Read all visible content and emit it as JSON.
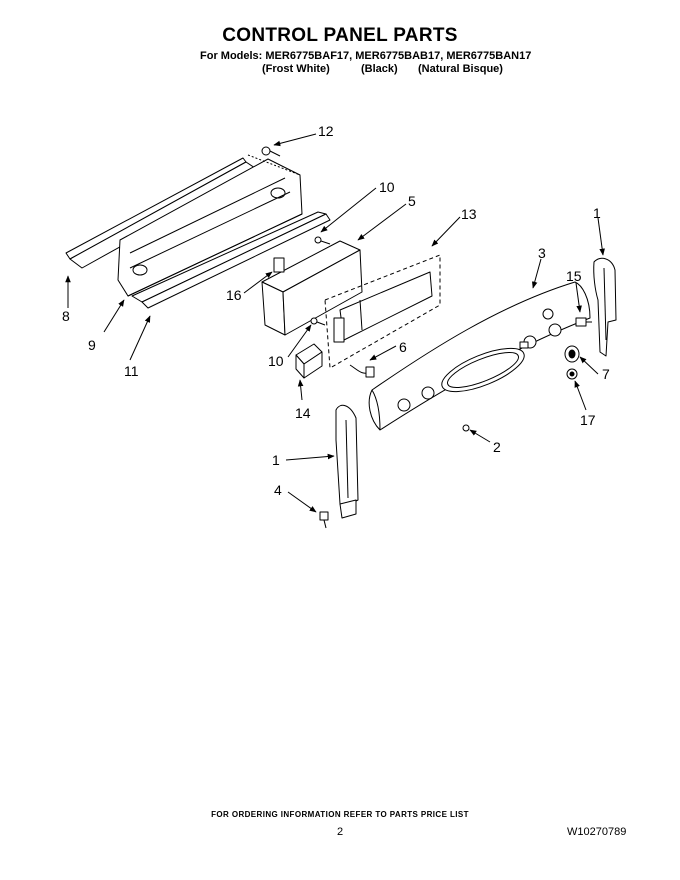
{
  "header": {
    "title": "CONTROL PANEL PARTS",
    "models_line": "For Models: MER6775BAF17, MER6775BAB17, MER6775BAN17",
    "color_variants": [
      "(Frost White)",
      "(Black)",
      "(Natural Bisque)"
    ]
  },
  "callouts": {
    "c1a": "1",
    "c1b": "1",
    "c2": "2",
    "c3": "3",
    "c4": "4",
    "c5": "5",
    "c6": "6",
    "c7": "7",
    "c8": "8",
    "c9": "9",
    "c10a": "10",
    "c10b": "10",
    "c11": "11",
    "c12": "12",
    "c13": "13",
    "c14": "14",
    "c15": "15",
    "c16": "16",
    "c17": "17"
  },
  "footer": {
    "ordering_note": "FOR ORDERING INFORMATION REFER TO PARTS PRICE LIST",
    "page_number": "2",
    "document_number": "W10270789"
  }
}
